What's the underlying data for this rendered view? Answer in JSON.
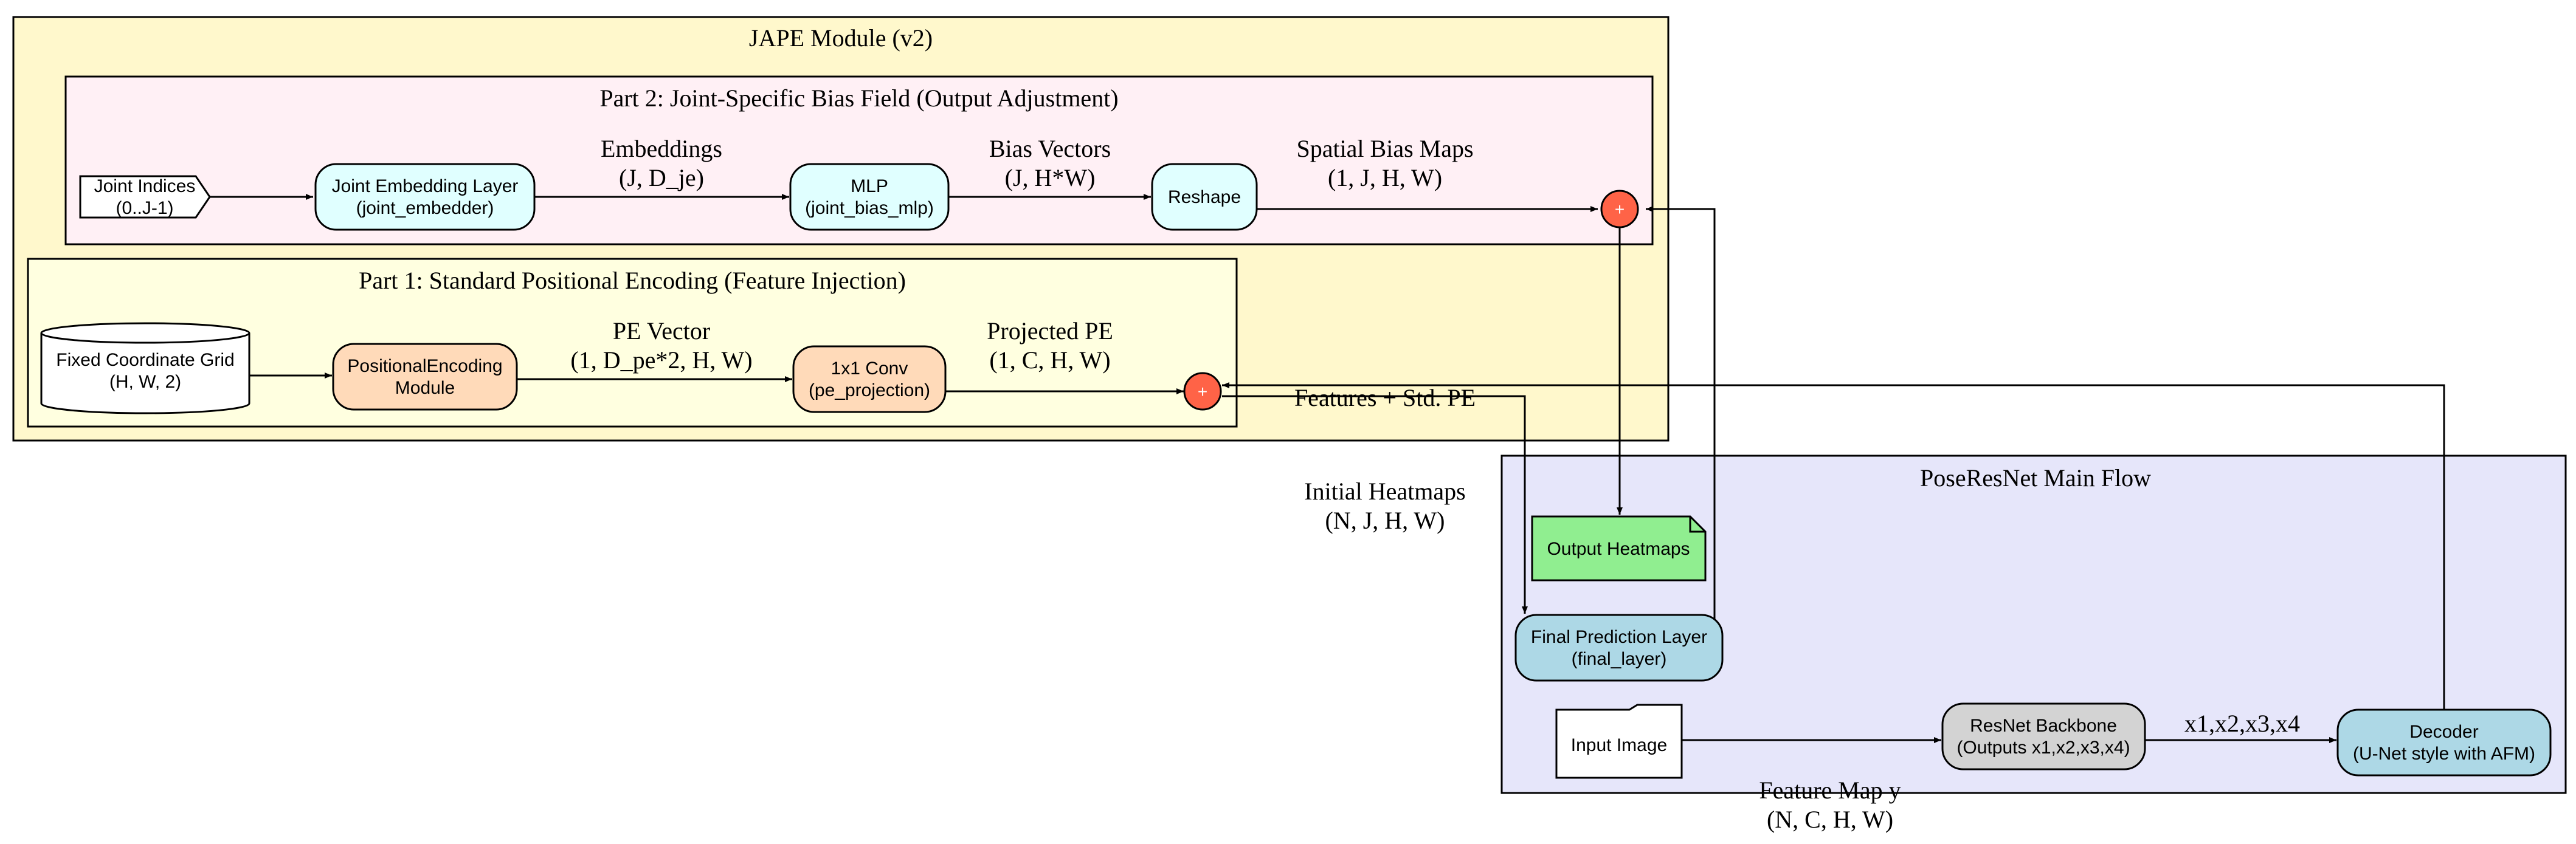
{
  "clusters": {
    "jape": {
      "title": "JAPE Module (v2)"
    },
    "part2": {
      "title": "Part 2: Joint-Specific Bias Field (Output Adjustment)"
    },
    "part1": {
      "title": "Part 1: Standard Positional Encoding (Feature Injection)"
    },
    "poseresnet": {
      "title": "PoseResNet Main Flow"
    }
  },
  "nodes": {
    "joint_indices": {
      "line1": "Joint Indices",
      "line2": "(0..J-1)"
    },
    "joint_embedding": {
      "line1": "Joint Embedding Layer",
      "line2": "(joint_embedder)"
    },
    "mlp": {
      "line1": "MLP",
      "line2": "(joint_bias_mlp)"
    },
    "reshape": {
      "line1": "Reshape"
    },
    "add_bias": {
      "symbol": "+"
    },
    "fixed_grid": {
      "line1": "Fixed Coordinate Grid",
      "line2": "(H, W, 2)"
    },
    "pos_encoding": {
      "line1": "PositionalEncoding",
      "line2": "Module"
    },
    "conv1x1": {
      "line1": "1x1 Conv",
      "line2": "(pe_projection)"
    },
    "add_pe": {
      "symbol": "+"
    },
    "output_heatmaps": {
      "line1": "Output Heatmaps"
    },
    "final_layer": {
      "line1": "Final Prediction Layer",
      "line2": "(final_layer)"
    },
    "input_image": {
      "line1": "Input Image"
    },
    "backbone": {
      "line1": "ResNet Backbone",
      "line2": "(Outputs x1,x2,x3,x4)"
    },
    "decoder": {
      "line1": "Decoder",
      "line2": "(U-Net style with AFM)"
    }
  },
  "edges": {
    "embeddings": {
      "line1": "Embeddings",
      "line2": "(J, D_je)"
    },
    "bias_vectors": {
      "line1": "Bias Vectors",
      "line2": "(J, H*W)"
    },
    "spatial_bias": {
      "line1": "Spatial Bias Maps",
      "line2": "(1, J, H, W)"
    },
    "pe_vector": {
      "line1": "PE Vector",
      "line2": "(1, D_pe*2, H, W)"
    },
    "projected_pe": {
      "line1": "Projected PE",
      "line2": "(1, C, H, W)"
    },
    "features_std_pe": {
      "line1": "Features + Std. PE"
    },
    "initial_heatmaps": {
      "line1": "Initial Heatmaps",
      "line2": "(N, J, H, W)"
    },
    "backbone_out": {
      "line1": "x1,x2,x3,x4"
    },
    "feature_map": {
      "line1": "Feature Map y",
      "line2": "(N, C, H, W)"
    }
  },
  "colors": {
    "jape_fill": "#fff8cc",
    "part2_fill": "#fff0f5",
    "part1_fill": "#ffffe0",
    "poseresnet_fill": "#e6e6fa",
    "cyan_node": "#e0ffff",
    "peach_node": "#ffdab9",
    "add_node": "#ff6347",
    "output_node": "#90ee90",
    "blue_node": "#add8e6",
    "gray_node": "#d3d3d3"
  }
}
